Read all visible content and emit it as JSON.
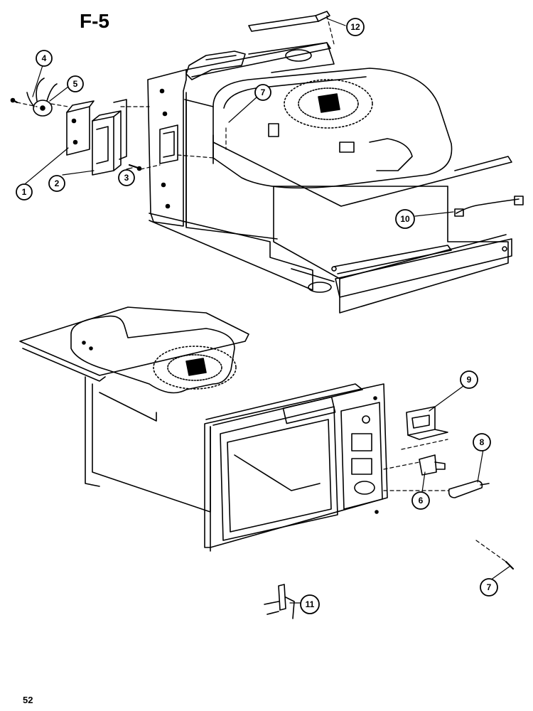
{
  "diagram": {
    "title": "F-5",
    "page_number": "52",
    "callouts": [
      {
        "id": "c4a",
        "label": "4"
      },
      {
        "id": "c5",
        "label": "5"
      },
      {
        "id": "c7a",
        "label": "7"
      },
      {
        "id": "c12",
        "label": "12"
      },
      {
        "id": "c1",
        "label": "1"
      },
      {
        "id": "c2",
        "label": "2"
      },
      {
        "id": "c3",
        "label": "3"
      },
      {
        "id": "c10",
        "label": "10"
      },
      {
        "id": "c9",
        "label": "9"
      },
      {
        "id": "c8",
        "label": "8"
      },
      {
        "id": "c6",
        "label": "6"
      },
      {
        "id": "c7b",
        "label": "7"
      },
      {
        "id": "c11",
        "label": "11"
      }
    ]
  }
}
